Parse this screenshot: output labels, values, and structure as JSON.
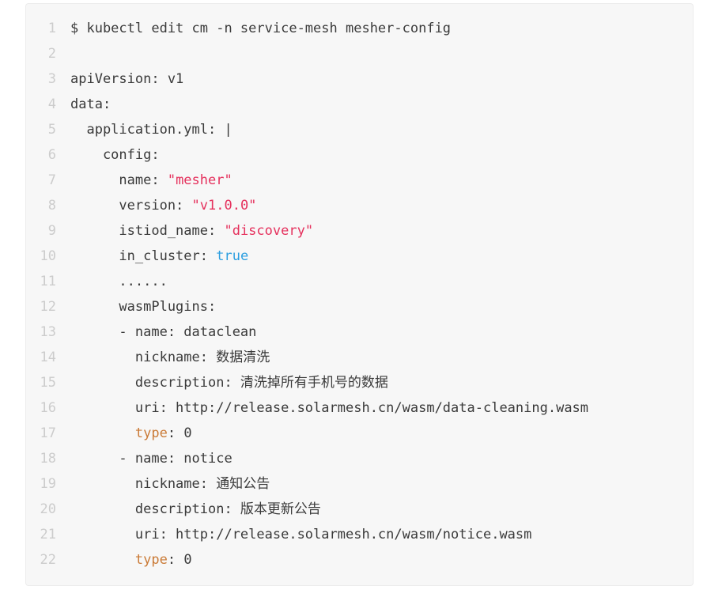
{
  "palette": {
    "page_bg": "#ffffff",
    "card_bg": "#f7f7f7",
    "card_border": "#ececec",
    "plain": "#3a3a3a",
    "line_number": "#cccccc",
    "string": "#e5315d",
    "literal": "#2d9fe0",
    "keyword": "#ca7a36"
  },
  "code_block": {
    "language": "yaml",
    "lines": [
      {
        "number": "1",
        "segments": [
          {
            "text": "$ kubectl edit cm -n service-mesh mesher-config",
            "type": "plain"
          }
        ]
      },
      {
        "number": "2",
        "segments": []
      },
      {
        "number": "3",
        "segments": [
          {
            "text": "apiVersion: v1",
            "type": "plain"
          }
        ]
      },
      {
        "number": "4",
        "segments": [
          {
            "text": "data:",
            "type": "plain"
          }
        ]
      },
      {
        "number": "5",
        "segments": [
          {
            "text": "  application.yml: |",
            "type": "plain"
          }
        ]
      },
      {
        "number": "6",
        "segments": [
          {
            "text": "    config:",
            "type": "plain"
          }
        ]
      },
      {
        "number": "7",
        "segments": [
          {
            "text": "      name: ",
            "type": "plain"
          },
          {
            "text": "\"mesher\"",
            "type": "string"
          }
        ]
      },
      {
        "number": "8",
        "segments": [
          {
            "text": "      version: ",
            "type": "plain"
          },
          {
            "text": "\"v1.0.0\"",
            "type": "string"
          }
        ]
      },
      {
        "number": "9",
        "segments": [
          {
            "text": "      istiod_name: ",
            "type": "plain"
          },
          {
            "text": "\"discovery\"",
            "type": "string"
          }
        ]
      },
      {
        "number": "10",
        "segments": [
          {
            "text": "      in_cluster: ",
            "type": "plain"
          },
          {
            "text": "true",
            "type": "literal"
          }
        ]
      },
      {
        "number": "11",
        "segments": [
          {
            "text": "      ......",
            "type": "plain"
          }
        ]
      },
      {
        "number": "12",
        "segments": [
          {
            "text": "      wasmPlugins:",
            "type": "plain"
          }
        ]
      },
      {
        "number": "13",
        "segments": [
          {
            "text": "      - name: dataclean",
            "type": "plain"
          }
        ]
      },
      {
        "number": "14",
        "segments": [
          {
            "text": "        nickname: 数据清洗",
            "type": "plain"
          }
        ]
      },
      {
        "number": "15",
        "segments": [
          {
            "text": "        description: 清洗掉所有手机号的数据",
            "type": "plain"
          }
        ]
      },
      {
        "number": "16",
        "segments": [
          {
            "text": "        uri: http://release.solarmesh.cn/wasm/data-cleaning.wasm",
            "type": "plain"
          }
        ]
      },
      {
        "number": "17",
        "segments": [
          {
            "text": "        ",
            "type": "plain"
          },
          {
            "text": "type",
            "type": "keyword"
          },
          {
            "text": ": 0",
            "type": "plain"
          }
        ]
      },
      {
        "number": "18",
        "segments": [
          {
            "text": "      - name: notice",
            "type": "plain"
          }
        ]
      },
      {
        "number": "19",
        "segments": [
          {
            "text": "        nickname: 通知公告",
            "type": "plain"
          }
        ]
      },
      {
        "number": "20",
        "segments": [
          {
            "text": "        description: 版本更新公告",
            "type": "plain"
          }
        ]
      },
      {
        "number": "21",
        "segments": [
          {
            "text": "        uri: http://release.solarmesh.cn/wasm/notice.wasm",
            "type": "plain"
          }
        ]
      },
      {
        "number": "22",
        "segments": [
          {
            "text": "        ",
            "type": "plain"
          },
          {
            "text": "type",
            "type": "keyword"
          },
          {
            "text": ": 0",
            "type": "plain"
          }
        ]
      }
    ]
  }
}
